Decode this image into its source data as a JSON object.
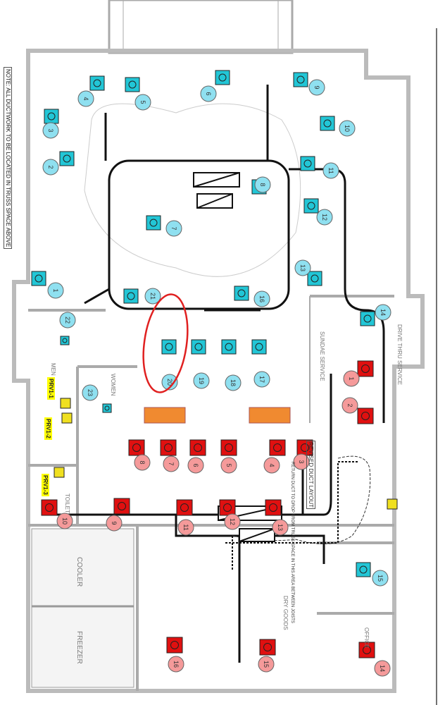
{
  "drawing": {
    "note": "NOTE: ALL DUCTWORK TO BE LOCATED IN TRUSS SPACE ABOVE",
    "prv_labels": [
      "PRV1-1",
      "PRV1-2",
      "PRV1-3"
    ],
    "rooms": [
      "MEN",
      "WOMEN",
      "TOILET",
      "COOLER",
      "FREEZER",
      "DRY GOODS",
      "SUNDAE SERVICE",
      "DRIVE THRU SERVICE",
      "OFFICE"
    ],
    "supply_tags": [
      "1",
      "2",
      "3",
      "4",
      "5",
      "6",
      "7",
      "8",
      "9",
      "10",
      "11",
      "12",
      "13",
      "14",
      "15",
      "16",
      "17",
      "18",
      "19",
      "20",
      "21",
      "22",
      "23"
    ],
    "return_tags": [
      "1",
      "2",
      "3",
      "4",
      "5",
      "6",
      "7",
      "8",
      "9",
      "10",
      "11",
      "12",
      "13",
      "14",
      "15",
      "16"
    ],
    "revision_note": "REVISED DUCT LAYOUT",
    "cloud_note": "RETURN DUCT TO DROP FROM TRUSS SPACE IN THIS AREA BETWEEN JOISTS",
    "colors": {
      "supply": "#22c6d6",
      "supply_tag": "#8fe0f0",
      "return": "#e01010",
      "return_tag": "#f59a9a",
      "exhaust": "#f0e020",
      "kitchen_hood": "#f08a30",
      "markup": "#e02020",
      "duct": "#111111"
    }
  }
}
